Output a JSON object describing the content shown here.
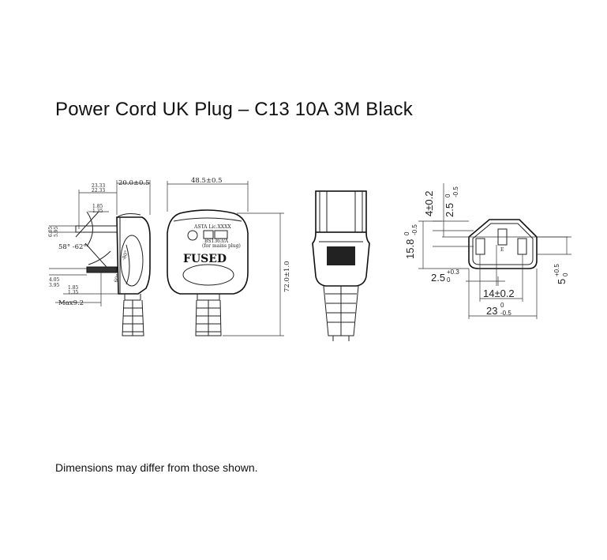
{
  "title": "Power Cord UK Plug – C13 10A 3M Black",
  "disclaimer": "Dimensions may differ from those shown.",
  "dimensions": {
    "side_23_33": "23.33",
    "side_22_33": "22.33",
    "side_1_85_top": "1.85",
    "side_1_35_top": "1.35",
    "side_6_05": "6.05",
    "side_5_95": "5.95",
    "side_angle": "58° -62°",
    "side_4_05": "4.05",
    "side_3_95": "3.95",
    "side_1_85_bot": "1.85",
    "side_1_35_bot": "1.35",
    "side_max": "Max9.2",
    "side_width": "20.0±0.5",
    "side_arc_a": "60°",
    "side_arc_b": "-80°",
    "front_width": "48.5±0.5",
    "front_height": "72.0±1.0",
    "front_label_asta": "ASTA Lic.XXXX",
    "front_label_fused": "FUSED",
    "front_label_bs": "BS1363/A",
    "front_label_fuse_note": "(for mains plug)",
    "c13_4": "4±0.2",
    "c13_2_5_main": "2.5",
    "c13_2_5_sup_top": "0",
    "c13_2_5_sup_bot": "-0.5",
    "c13_15_8_main": "15.8",
    "c13_15_8_sup_top": "0",
    "c13_15_8_sup_bot": "-0.5",
    "c13_2_5b_main": "2.5",
    "c13_2_5b_sup_top": "+0.3",
    "c13_2_5b_sup_bot": "0",
    "c13_14": "14±0.2",
    "c13_23_main": "23",
    "c13_23_sup_top": "0",
    "c13_23_sup_bot": "-0.5",
    "c13_5_main": "5",
    "c13_5_sup_top": "+0.5",
    "c13_5_sup_bot": "0",
    "c13_pin_mark": "E"
  }
}
